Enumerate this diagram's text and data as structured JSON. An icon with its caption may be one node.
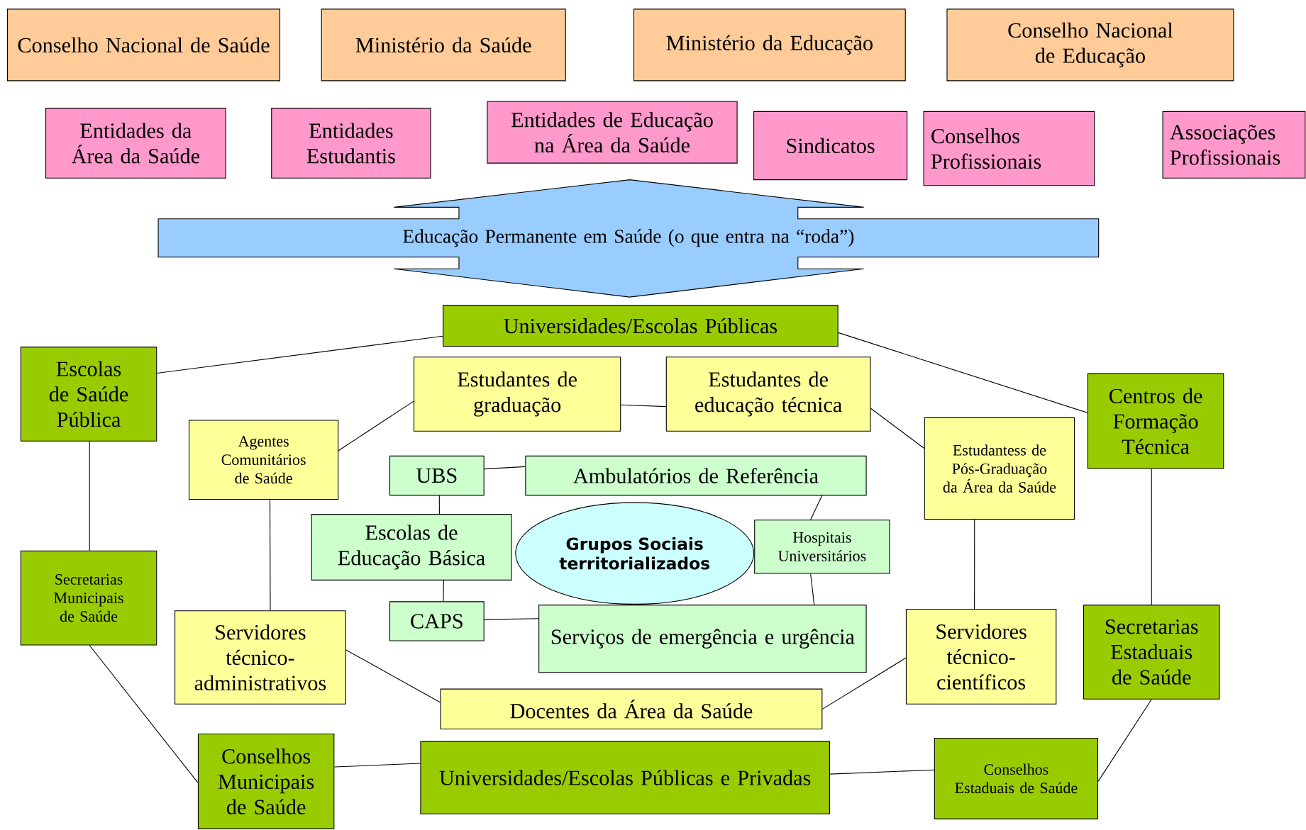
{
  "diagram": {
    "nodes": [
      {
        "text": [
          "Conselho Nacional de Saúde"
        ]
      },
      {
        "text": [
          "Ministério da Saúde"
        ]
      },
      {
        "text": [
          "Ministério da Educação"
        ]
      },
      {
        "text": [
          "Conselho Nacional de Educação"
        ]
      },
      {
        "text": [
          "Entidades da Área da Saúde"
        ]
      },
      {
        "text": [
          "Entidades Estudantis"
        ]
      },
      {
        "text": [
          "Entidades de Educação na Área da Saúde"
        ]
      },
      {
        "text": [
          "Sindicatos"
        ]
      },
      {
        "text": [
          "Conselhos Profissionais"
        ]
      },
      {
        "text": [
          "Associações Profissionais"
        ]
      },
      {
        "text": [
          "Educação Permanente em Saúde (o que entra na “roda”)"
        ]
      },
      {
        "text": [
          "Universidades/Escolas Públicas"
        ]
      },
      {
        "text": [
          "Escolas de Saúde Pública"
        ]
      },
      {
        "text": [
          "Centros de Formação Técnica"
        ]
      },
      {
        "text": [
          "Secretarias Municipais de Saúde"
        ]
      },
      {
        "text": [
          "Secretarias Estaduais de Saúde"
        ]
      },
      {
        "text": [
          "Conselhos Municipais de Saúde"
        ]
      },
      {
        "text": [
          "Universidades/Escolas Públicas e Privadas"
        ]
      },
      {
        "text": [
          "Conselhos Estaduais de Saúde"
        ]
      },
      {
        "text": [
          "Estudantes de graduação"
        ]
      },
      {
        "text": [
          "Estudantes de educação técnica"
        ]
      },
      {
        "text": [
          "Agentes Comunitários de Saúde"
        ]
      },
      {
        "text": [
          "Estudantess de Pós-Graduação da Área da Saúde"
        ]
      },
      {
        "text": [
          "Servidores técnico-administrativos"
        ]
      },
      {
        "text": [
          "Servidores técnico-científicos"
        ]
      },
      {
        "text": [
          "Docentes da Área da Saúde"
        ]
      },
      {
        "text": [
          "UBS"
        ]
      },
      {
        "text": [
          "Ambulatórios de Referência"
        ]
      },
      {
        "text": [
          "Escolas de Educação Básica"
        ]
      },
      {
        "text": [
          "Hospitais Universitários"
        ]
      },
      {
        "text": [
          "CAPS"
        ]
      },
      {
        "text": [
          "Serviços de emergência e urgência"
        ]
      },
      {
        "text": [
          "Grupos Sociais territorializados"
        ]
      }
    ],
    "edges": [
      {
        "from": 11,
        "to": 12,
        "arrow": "none"
      },
      {
        "from": 11,
        "to": 13,
        "arrow": "none"
      },
      {
        "from": 12,
        "to": 14,
        "arrow": "none"
      },
      {
        "from": 14,
        "to": 16,
        "arrow": "none"
      },
      {
        "from": 16,
        "to": 17,
        "arrow": "none"
      },
      {
        "from": 17,
        "to": 18,
        "arrow": "none"
      },
      {
        "from": 18,
        "to": 15,
        "arrow": "none"
      },
      {
        "from": 13,
        "to": 15,
        "arrow": "none"
      },
      {
        "from": 19,
        "to": 20,
        "arrow": "none"
      },
      {
        "from": 19,
        "to": 21,
        "arrow": "none"
      },
      {
        "from": 20,
        "to": 22,
        "arrow": "none"
      },
      {
        "from": 21,
        "to": 23,
        "arrow": "none"
      },
      {
        "from": 22,
        "to": 24,
        "arrow": "none"
      },
      {
        "from": 23,
        "to": 25,
        "arrow": "none"
      },
      {
        "from": 25,
        "to": 24,
        "arrow": "none"
      },
      {
        "from": 26,
        "to": 27,
        "arrow": "none"
      },
      {
        "from": 26,
        "to": 28,
        "arrow": "none"
      },
      {
        "from": 28,
        "to": 30,
        "arrow": "none"
      },
      {
        "from": 30,
        "to": 31,
        "arrow": "none"
      },
      {
        "from": 27,
        "to": 29,
        "arrow": "none"
      },
      {
        "from": 29,
        "to": 31,
        "arrow": "none"
      }
    ]
  }
}
